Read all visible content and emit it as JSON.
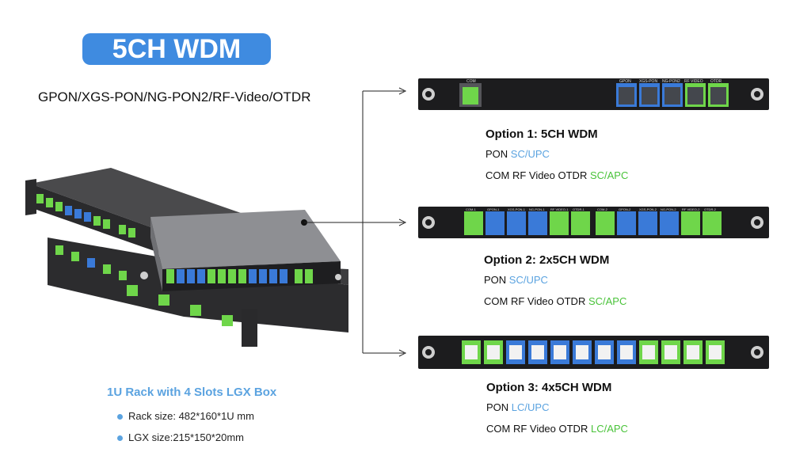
{
  "badge": "5CH WDM",
  "subtitle": "GPON/XGS-PON/NG-PON2/RF-Video/OTDR",
  "rack": {
    "title": "1U Rack with 4 Slots LGX Box",
    "specs": [
      "Rack size: 482*160*1U mm",
      "LGX size:215*150*20mm"
    ]
  },
  "options": [
    {
      "title": "Option 1: 5CH WDM",
      "pon_label": "PON",
      "pon_conn": "SC/UPC",
      "com_label": "COM RF Video OTDR",
      "com_conn": "SC/APC"
    },
    {
      "title": "Option 2: 2x5CH WDM",
      "pon_label": "PON",
      "pon_conn": "SC/UPC",
      "com_label": "COM RF Video OTDR",
      "com_conn": "SC/APC"
    },
    {
      "title": "Option 3: 4x5CH WDM",
      "pon_label": "PON",
      "pon_conn": "LC/UPC",
      "com_label": "COM RF Video OTDR",
      "com_conn": "LC/APC"
    }
  ],
  "panel1_labels": [
    "COM",
    "GPON",
    "XGS-PON",
    "NG-PON2",
    "RF VIDEO",
    "OTDR"
  ],
  "panel2_labels": [
    "COM-1",
    "GPON-1",
    "XGS-PON-1",
    "NG-PON-1",
    "RF VIDEO-1",
    "OTDR-1",
    "COM-2",
    "GPON-2",
    "XGS-PON-2",
    "NG-PON-2",
    "RF VIDEO-2",
    "OTDR-2"
  ],
  "colors": {
    "badge": "#3f8be0",
    "upc_blue": "#5ba3e0",
    "apc_green": "#4ac33a",
    "panel": "#1c1c1e"
  }
}
